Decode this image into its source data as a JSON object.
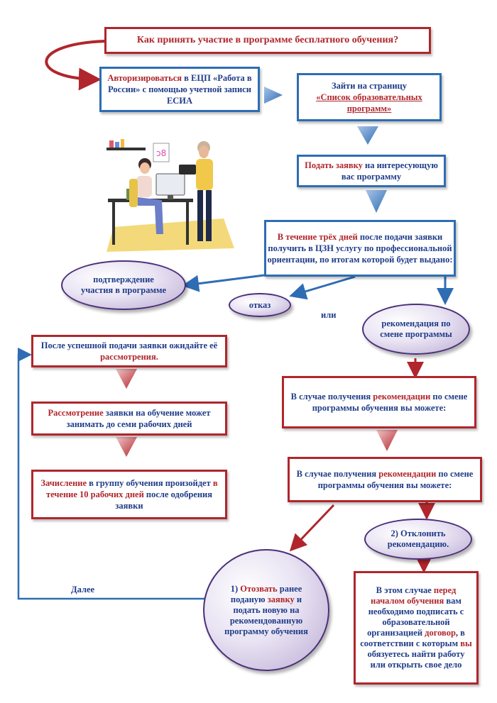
{
  "title": "Как принять участие в программе бесплатного обучения?",
  "step_auth": {
    "a": "Авторизироваться",
    "b": " в ЕЦП «Работа в России» с помощью учетной записи ЕСИА"
  },
  "step_page": {
    "a": "Зайти на страницу",
    "b": "«Список образовательных программ»"
  },
  "step_apply": {
    "a": "Подать заявку",
    "b": " на интересующую вас программу"
  },
  "step_three_days": {
    "a": "В течение трёх дней",
    "b": " после подачи заявки получить в ЦЗН услугу по профессиональной ориентации, по итогам которой будет выдано:"
  },
  "oval_confirm": "подтверждение участия в программе",
  "oval_refuse": "отказ",
  "or_label": "или",
  "oval_recommend": "рекомендация по смене программы",
  "step_wait": {
    "a": "После успешной подачи заявки ожидайте её ",
    "b": "рассмотрения."
  },
  "step_review": {
    "a": "Рассмотрение",
    "b": " заявки на обучение может занимать до семи рабочих дней"
  },
  "step_enroll": {
    "a": "Зачисление",
    "b": " в группу обучения произойдет ",
    "c": "в течение 10 рабочих дней",
    "d": " после одобрения заявки"
  },
  "step_rec1": {
    "a": "В случае получения ",
    "b": "рекомендации",
    "c": " по смене программы обучения вы можете:"
  },
  "step_rec2": {
    "a": "В случае получения ",
    "b": "рекомендации",
    "c": " по смене программы обучения вы можете:"
  },
  "option_reject": "2) Отклонить рекомендацию.",
  "option_withdraw": {
    "a": "1) ",
    "b": "Отозвать",
    "c": " ранее поданую ",
    "d": "заявку",
    "e": " и подать новую на рекомендованную программу обучения"
  },
  "next_label": "Далее",
  "contract_box": {
    "a": "В этом случае ",
    "b": "перед началом обучения",
    "c": " вам необходимо подписать с образовательной организацией ",
    "d": "договор",
    "e": ", в соответствии с которым ",
    "f": "вы",
    "g": " обязуетесь найти работу или открыть свое дело"
  },
  "colors": {
    "red": "#b0262c",
    "blue": "#2e6db3",
    "navy": "#1f3c88",
    "oval_border": "#4b2f7a"
  },
  "illustration": "people-at-computer-illustration"
}
